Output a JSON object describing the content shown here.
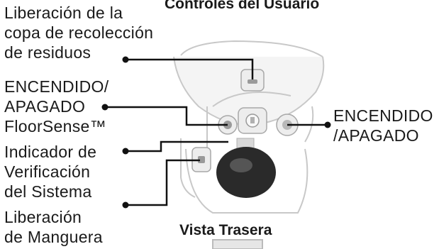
{
  "headings": {
    "top": "Controles del Usuario",
    "bottom": "Vista Trasera"
  },
  "labels": {
    "waste_cup": [
      "Liberación de la",
      "copa de recolección",
      "de residuos"
    ],
    "floorsense": [
      "ENCENDIDO/",
      "APAGADO",
      "FloorSense™"
    ],
    "system_check": [
      "Indicador de",
      "Verificación",
      "del Sistema"
    ],
    "hose_release": [
      "Liberación",
      "de Manguera"
    ],
    "power": [
      "ENCENDIDO",
      "/APAGADO"
    ]
  },
  "icons": {
    "top_button": "waste-cup-release-icon",
    "center_button": "system-check-icon",
    "left_button": "floorsense-icon",
    "right_button": "power-icon",
    "lower_button": "hose-release-icon"
  },
  "colors": {
    "text": "#1a1a1a",
    "leader_line": "#111111",
    "device_outline": "#c8c8c8",
    "device_fill": "#f4f4f4",
    "knob": "#2a2a2a"
  }
}
